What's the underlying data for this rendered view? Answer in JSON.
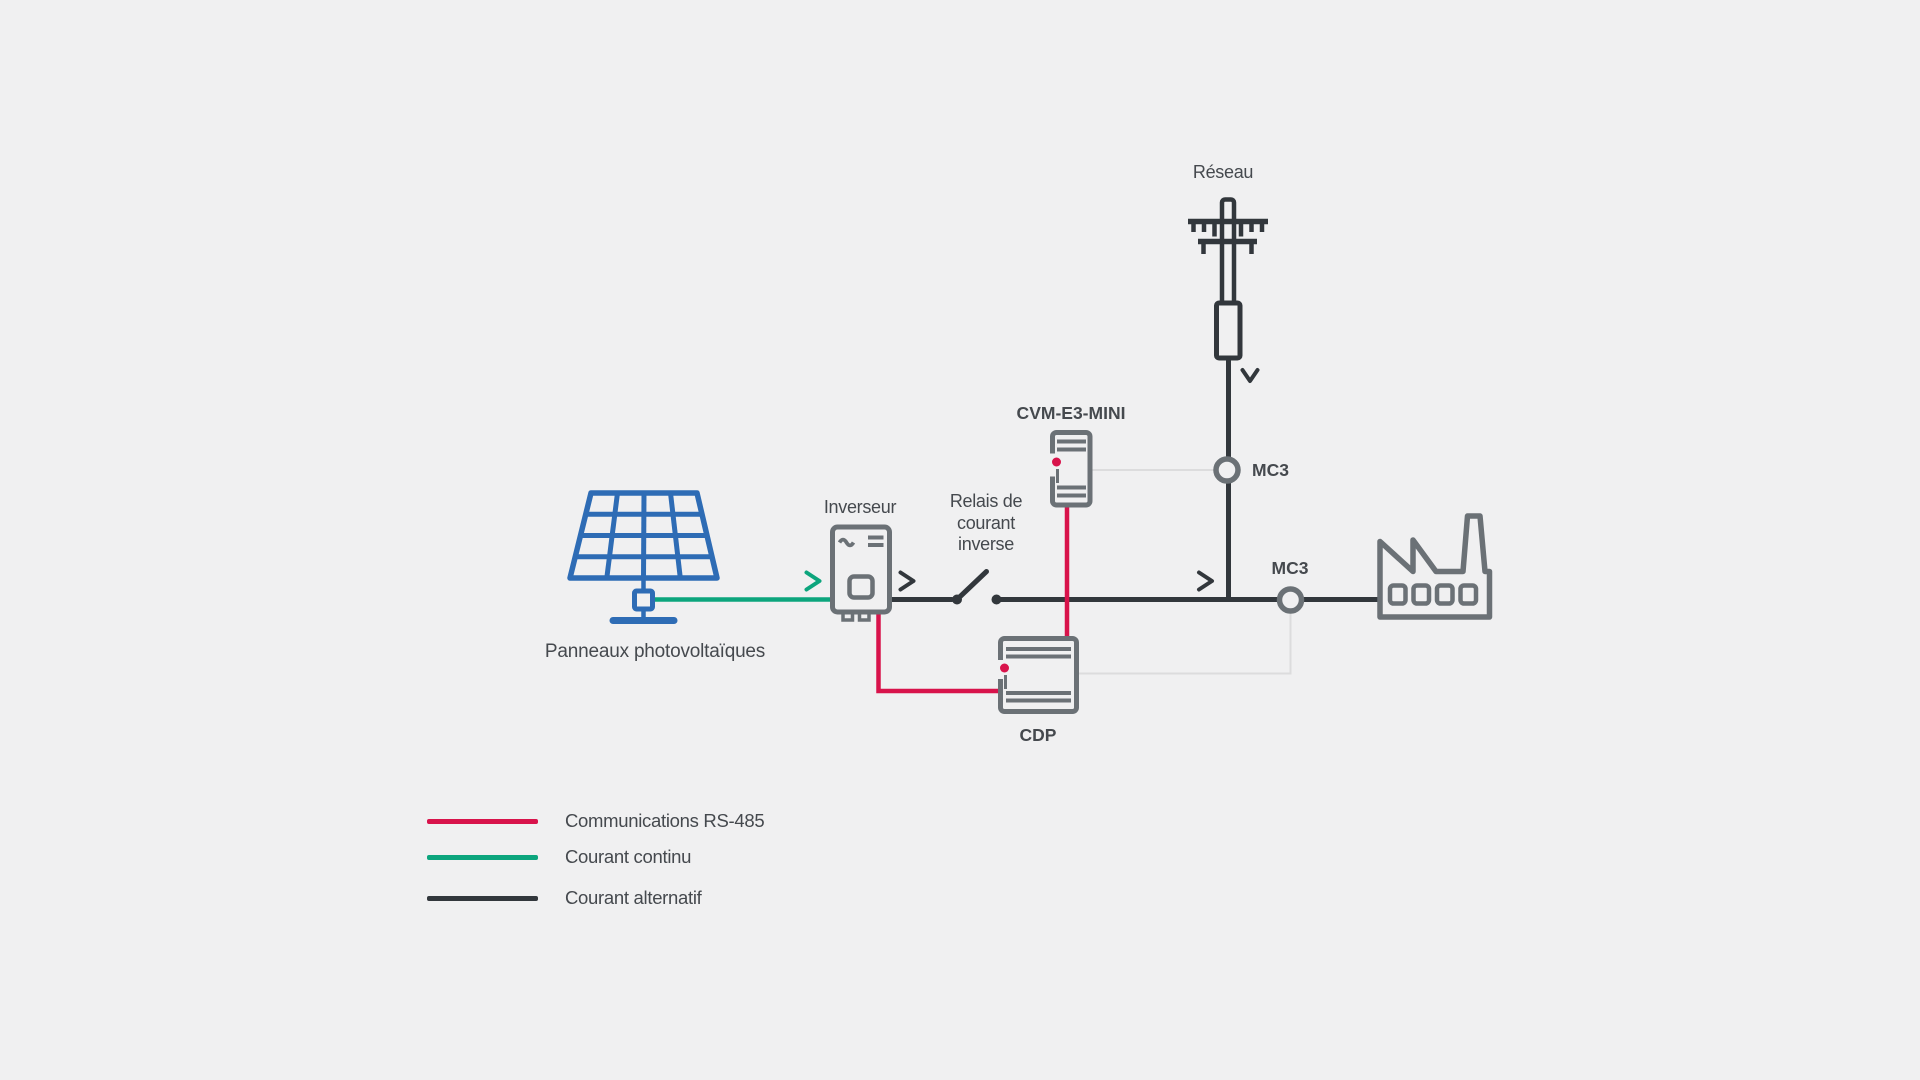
{
  "colors": {
    "background": "#f0f0f1",
    "accent_red": "#d8134b",
    "accent_green": "#0ca57d",
    "line_dark": "#32373c",
    "icon_gray": "#6b7176",
    "icon_blue": "#2e6cb5",
    "connector_light": "#dcdcdd",
    "text": "#45494e"
  },
  "diagram": {
    "nodes": {
      "panels": {
        "label": "Panneaux photovoltaïques",
        "icon": "solar-panel-icon"
      },
      "inverter": {
        "label": "Inverseur",
        "icon": "inverter-icon"
      },
      "relay": {
        "label": "Relais de\ncourant\ninverse",
        "icon": "disconnect-switch-icon"
      },
      "cvm": {
        "label": "CVM-E3-MINI",
        "icon": "din-module-icon"
      },
      "grid": {
        "label": "Réseau",
        "icon": "utility-pole-icon"
      },
      "mc3_grid": {
        "label": "MC3",
        "icon": "current-transformer-ring-icon"
      },
      "mc3_load": {
        "label": "MC3",
        "icon": "current-transformer-ring-icon"
      },
      "cdp": {
        "label": "CDP",
        "icon": "din-module-icon"
      },
      "factory": {
        "label": "",
        "icon": "factory-icon"
      }
    },
    "flow_arrows": [
      "dc-flow-arrow-icon",
      "ac-flow-arrow-icon",
      "ac-flow-arrow-icon",
      "grid-down-arrow-icon"
    ]
  },
  "legend": {
    "items": [
      {
        "label": "Communications RS-485",
        "color": "#d8134b"
      },
      {
        "label": "Courant continu",
        "color": "#0ca57d"
      },
      {
        "label": "Courant alternatif",
        "color": "#32373c"
      }
    ]
  }
}
